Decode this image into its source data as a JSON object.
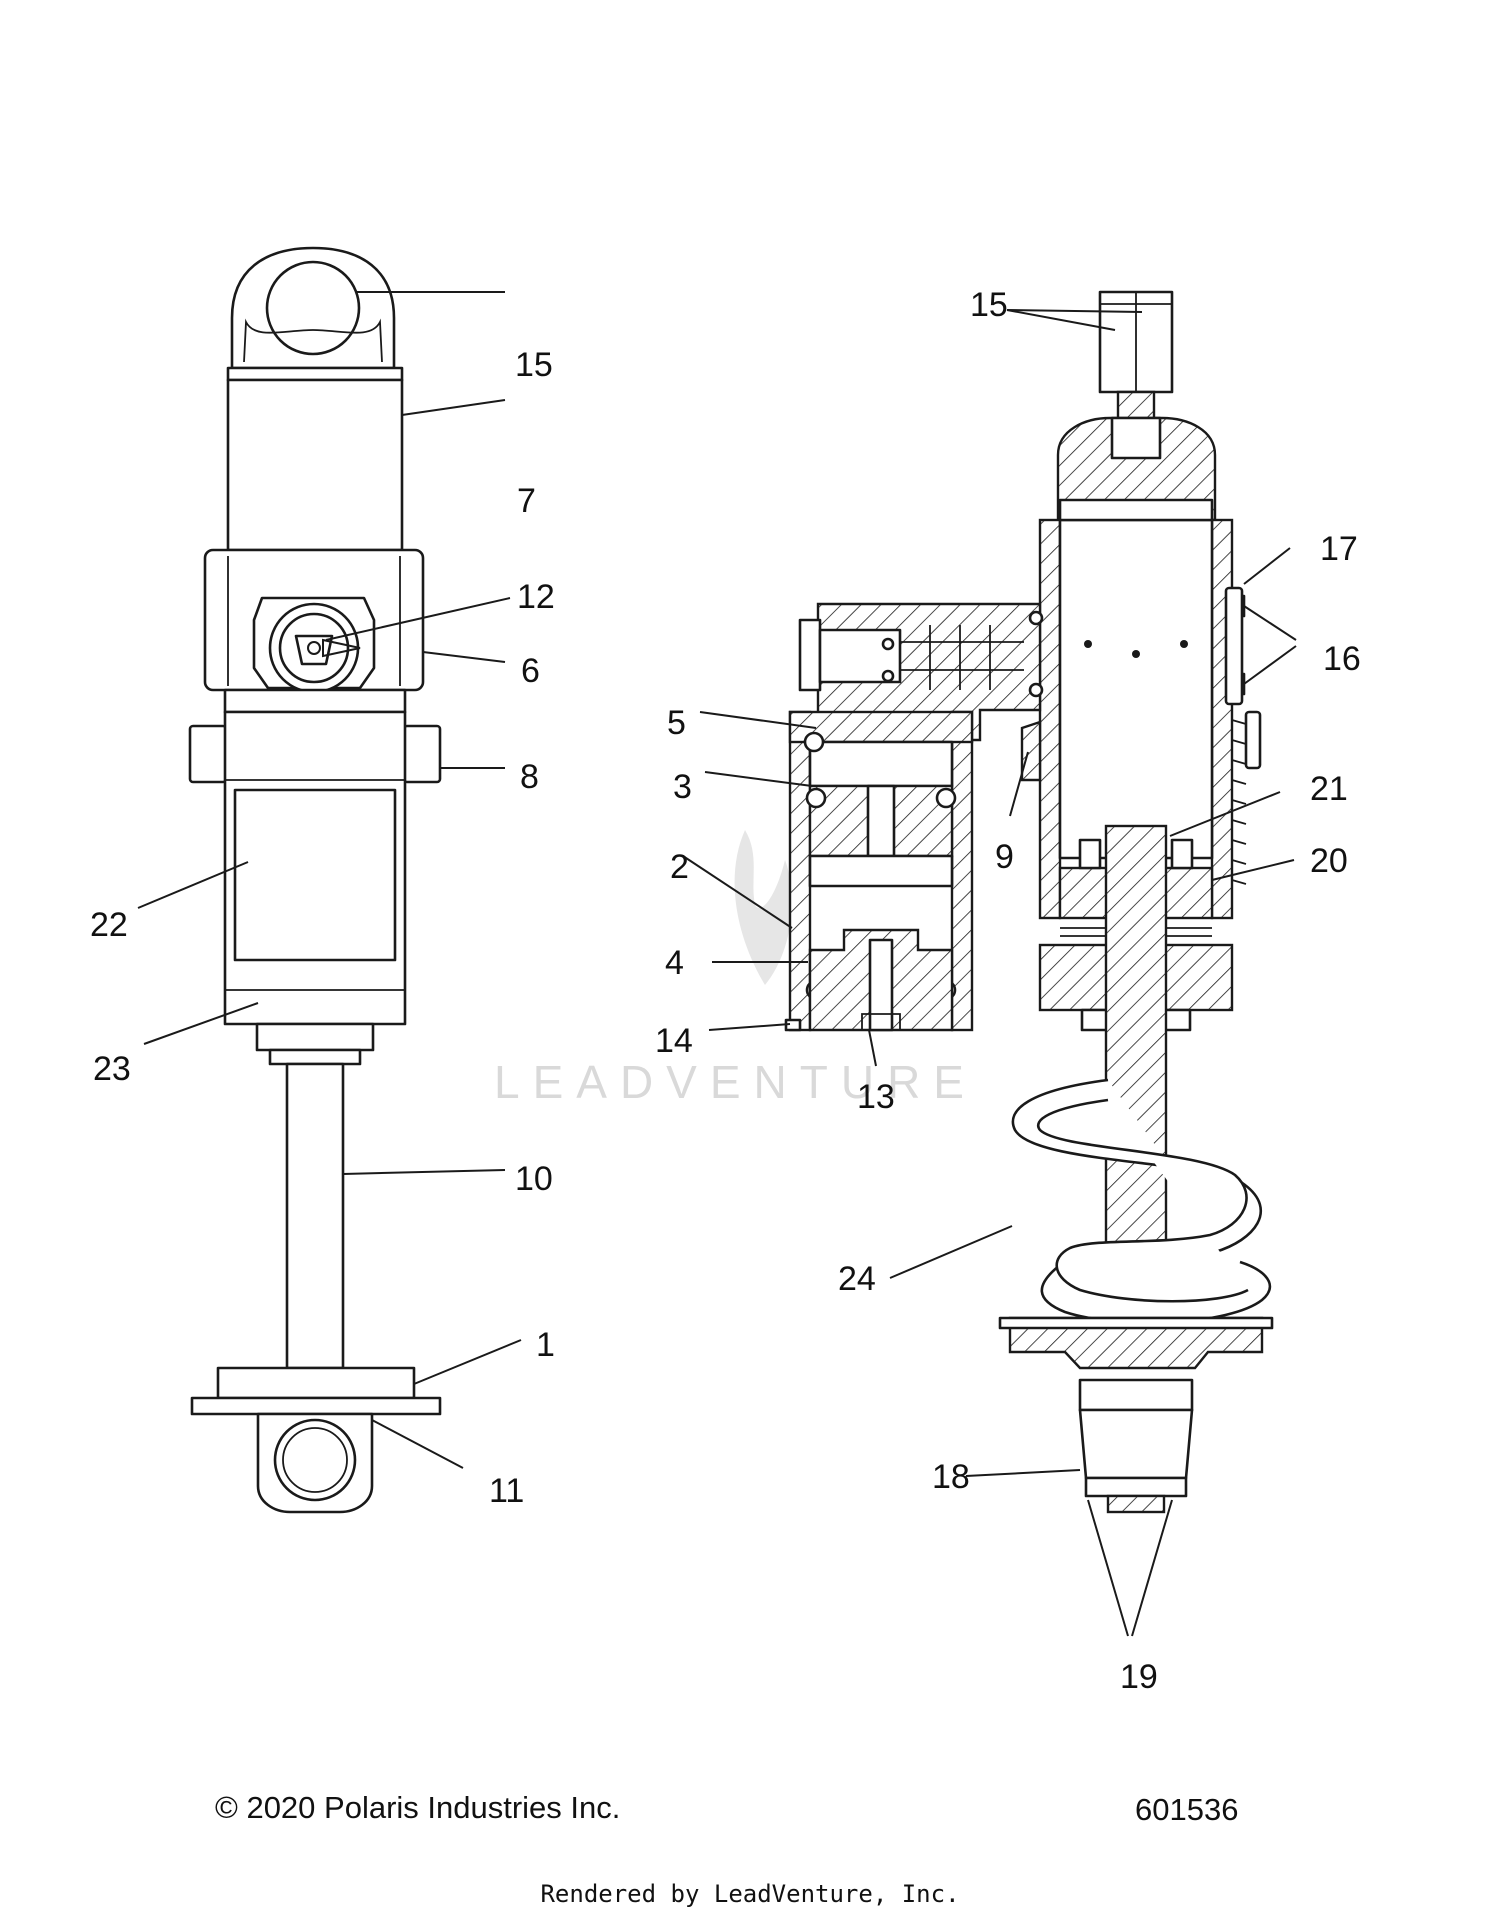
{
  "watermark": "LEADVENTURE",
  "footer": {
    "copyright": "© 2020 Polaris Industries Inc.",
    "diagram_id": "601536",
    "rendered_by": "Rendered by LeadVenture, Inc."
  },
  "callouts": {
    "c1": "1",
    "c2": "2",
    "c3": "3",
    "c4": "4",
    "c5": "5",
    "c6": "6",
    "c7": "7",
    "c8": "8",
    "c9": "9",
    "c10": "10",
    "c11": "11",
    "c12": "12",
    "c13": "13",
    "c14": "14",
    "c15a": "15",
    "c15b": "15",
    "c16": "16",
    "c17": "17",
    "c18": "18",
    "c19": "19",
    "c20": "20",
    "c21": "21",
    "c22": "22",
    "c23": "23",
    "c24": "24"
  }
}
